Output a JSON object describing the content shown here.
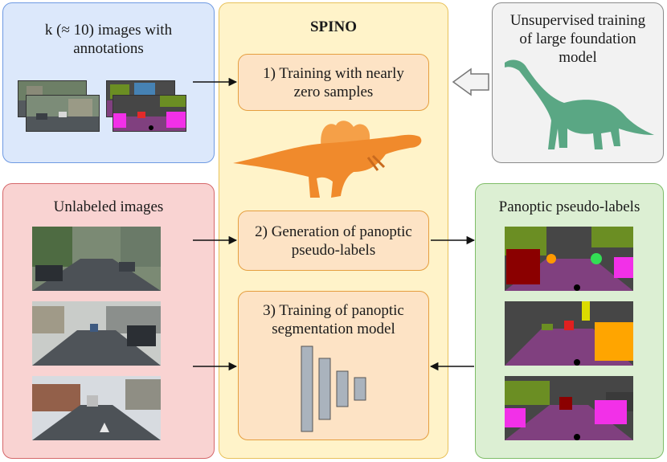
{
  "annotated_panel": {
    "title": "k (≈ 10) images with annotations"
  },
  "spino_panel": {
    "title": "SPINO",
    "steps": [
      "1) Training with nearly zero samples",
      "2) Generation of panoptic pseudo-labels",
      "3) Training of panoptic segmentation model"
    ]
  },
  "foundation_panel": {
    "title": "Unsupervised training of large foundation model"
  },
  "unlabeled_panel": {
    "title": "Unlabeled images"
  },
  "pseudo_panel": {
    "title": "Panoptic pseudo-labels"
  },
  "colors": {
    "blue_panel": "#dce8fb",
    "blue_border": "#6f9ae2",
    "yellow_panel": "#fff3c9",
    "yellow_border": "#e8c15a",
    "gray_panel": "#f2f2f2",
    "gray_border": "#8a8a8a",
    "red_panel": "#f9d3d2",
    "red_border": "#d5676a",
    "green_panel": "#dcefd3",
    "green_border": "#7ebd67",
    "step_fill": "#fde3c5",
    "step_border": "#e59e3f",
    "spinosaurus": "#f08a2c",
    "sauropod": "#5aa784",
    "network_block": "#aab3bd"
  }
}
